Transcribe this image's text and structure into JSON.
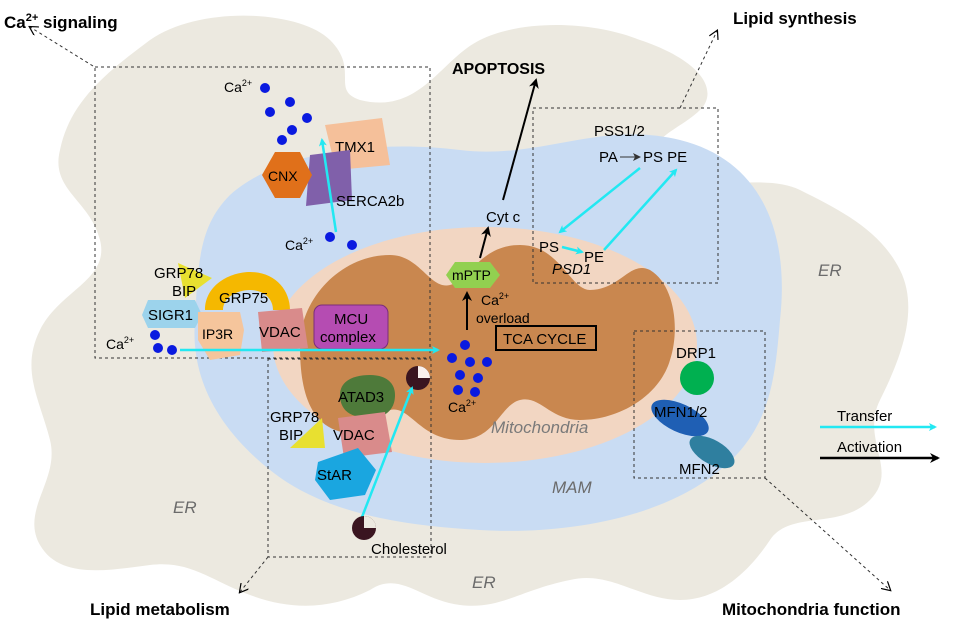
{
  "headings": {
    "ca_signaling_main": "Ca",
    "ca_signaling_sup": "2+",
    "ca_signaling_rest": " signaling",
    "lipid_synthesis": "Lipid synthesis",
    "lipid_metabolism": "Lipid  metabolism",
    "mito_function": "Mitochondria function",
    "apoptosis": "APOPTOSIS"
  },
  "regions": {
    "er": "ER",
    "mam": "MAM",
    "mitochondria": "Mitochondria",
    "tca": "TCA CYCLE"
  },
  "proteins": {
    "cnx": "CNX",
    "tmx1": "TMX1",
    "serca": "SERCA2b",
    "grp78_top": "GRP78",
    "bip_top": "BIP",
    "sigr1": "SIGR1",
    "grp75": "GRP75",
    "ip3r": "IP3R",
    "vdac_top": "VDAC",
    "mcu_1": "MCU",
    "mcu_2": "complex",
    "mptp": "mPTP",
    "atad3": "ATAD3",
    "grp78_bottom": "GRP78",
    "bip_bottom": "BIP",
    "vdac_bottom": "VDAC",
    "star": "StAR",
    "drp1": "DRP1",
    "mfn12": "MFN1/2",
    "mfn2": "MFN2"
  },
  "molecules": {
    "ca": "Ca",
    "ca_sup": "2+",
    "cyt_c": "Cyt c",
    "overload": "overload",
    "cholesterol": "Cholesterol",
    "pss": "PSS1/2",
    "pa": "PA",
    "ps_pe_er": "PS PE",
    "ps": "PS",
    "pe": "PE",
    "psd1": "PSD1"
  },
  "legend": {
    "transfer": "Transfer",
    "activation": "Activation"
  },
  "colors": {
    "er": "#ece9e0",
    "mam": "#c9dcf3",
    "mito_outer": "#f2d6c2",
    "mito_inner": "#c9874f",
    "calcium": "#0a1ae0",
    "transfer_arrow": "#22e8f2",
    "cnx": "#e0701a",
    "tmx1": "#f5c09a",
    "serca": "#8060aa",
    "grp78": "#e8e030",
    "sigr1": "#9cd3ec",
    "grp75": "#f5b800",
    "ip3r": "#f5c59c",
    "vdac": "#d98b8b",
    "mcu": "#b54cb2",
    "mptp": "#92d050",
    "atad3": "#4e7a3a",
    "star": "#1aa6e0",
    "drp1": "#00b050",
    "mfn12": "#1f5fb4",
    "mfn2": "#2f7f9f"
  }
}
